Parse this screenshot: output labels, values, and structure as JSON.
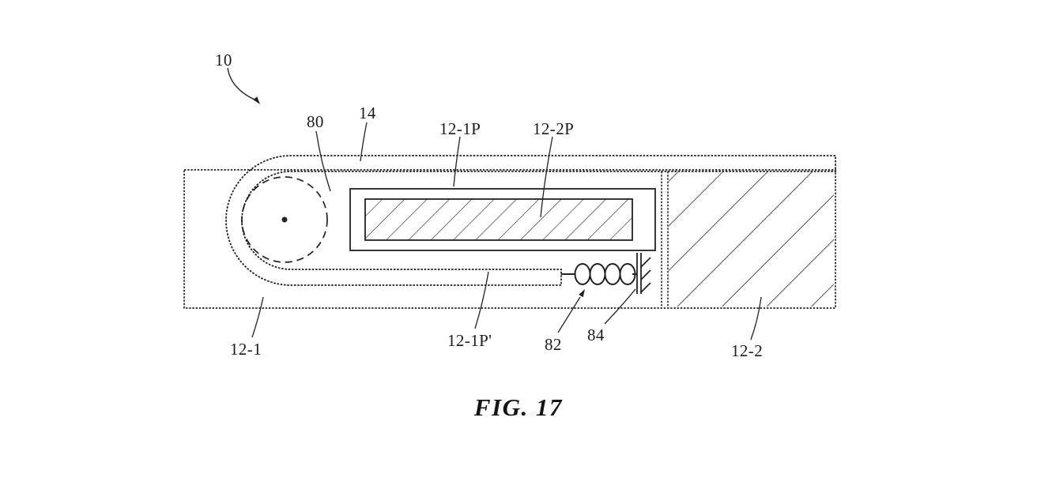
{
  "figure": {
    "caption": "FIG. 17",
    "labels": {
      "l10": "10",
      "l80": "80",
      "l14": "14",
      "l12_1p": "12-1P",
      "l12_2p": "12-2P",
      "l12_1": "12-1",
      "l12_1p_prime": "12-1P'",
      "l82": "82",
      "l84": "84",
      "l12_2": "12-2"
    },
    "colors": {
      "ink": "#222222",
      "paper": "#ffffff"
    }
  }
}
